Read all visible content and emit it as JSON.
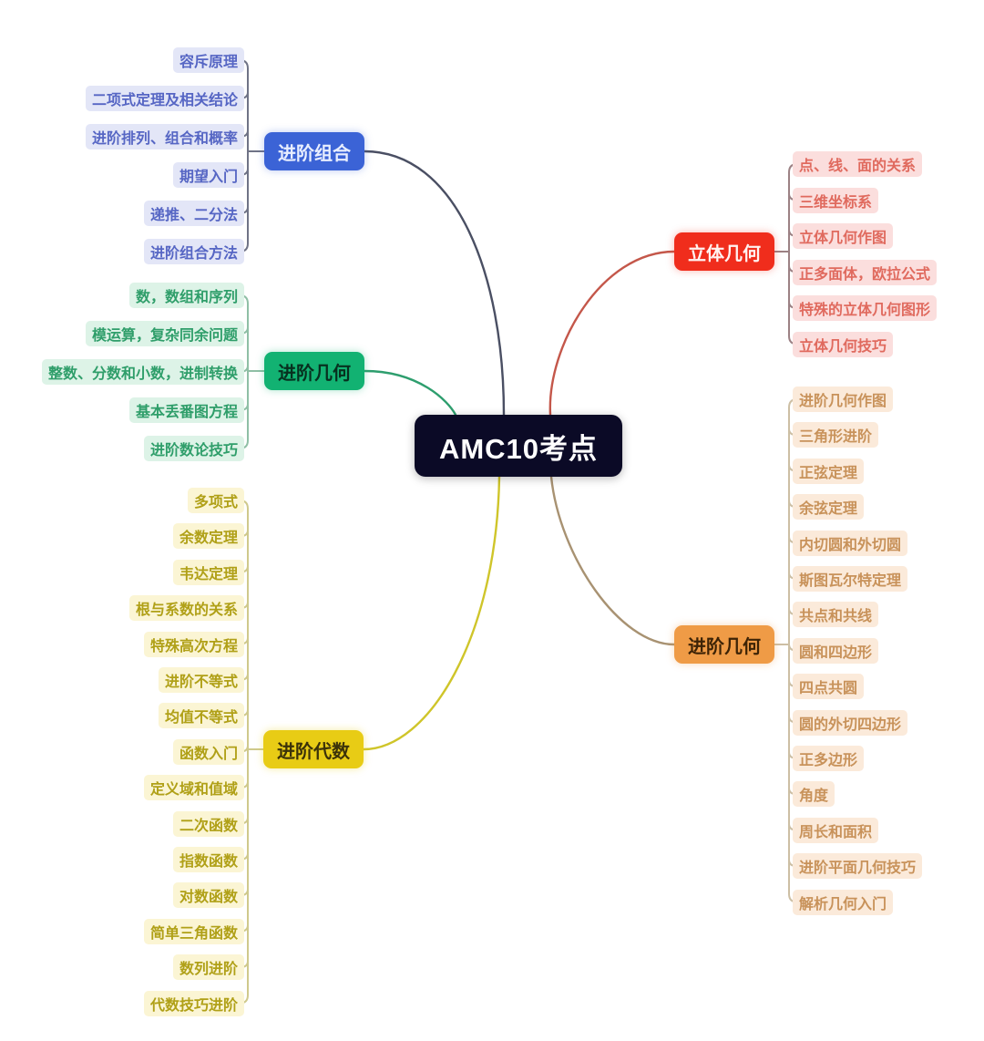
{
  "root": {
    "label": "AMC10考点"
  },
  "colors": {
    "root_bg": "#0b0a26",
    "blue": "#3b63d6",
    "green": "#12b272",
    "yellow": "#e8cc15",
    "red": "#f02d1c",
    "orange": "#ef9b46",
    "background": "#ffffff"
  },
  "branches": [
    {
      "id": "advanced-combinatorics",
      "label": "进阶组合",
      "color": "#3b63d6",
      "side": "left",
      "leaves": [
        "容斥原理",
        "二项式定理及相关结论",
        "进阶排列、组合和概率",
        "期望入门",
        "递推、二分法",
        "进阶组合方法"
      ]
    },
    {
      "id": "advanced-number-theory",
      "label": "进阶几何",
      "color": "#12b272",
      "side": "left",
      "leaves": [
        "数，数组和序列",
        "模运算，复杂同余问题",
        "整数、分数和小数，进制转换",
        "基本丢番图方程",
        "进阶数论技巧"
      ]
    },
    {
      "id": "advanced-algebra",
      "label": "进阶代数",
      "color": "#e8cc15",
      "side": "left",
      "leaves": [
        "多项式",
        "余数定理",
        "韦达定理",
        "根与系数的关系",
        "特殊高次方程",
        "进阶不等式",
        "均值不等式",
        "函数入门",
        "定义域和值域",
        "二次函数",
        "指数函数",
        "对数函数",
        "简单三角函数",
        "数列进阶",
        "代数技巧进阶"
      ]
    },
    {
      "id": "solid-geometry",
      "label": "立体几何",
      "color": "#f02d1c",
      "side": "right",
      "leaves": [
        "点、线、面的关系",
        "三维坐标系",
        "立体几何作图",
        "正多面体，欧拉公式",
        "特殊的立体几何图形",
        "立体几何技巧"
      ]
    },
    {
      "id": "advanced-geometry",
      "label": "进阶几何",
      "color": "#ef9b46",
      "side": "right",
      "leaves": [
        "进阶几何作图",
        "三角形进阶",
        "正弦定理",
        "余弦定理",
        "内切圆和外切圆",
        "斯图瓦尔特定理",
        "共点和共线",
        "圆和四边形",
        "四点共圆",
        "圆的外切四边形",
        "正多边形",
        "角度",
        "周长和面积",
        "进阶平面几何技巧",
        "解析几何入门"
      ]
    }
  ]
}
